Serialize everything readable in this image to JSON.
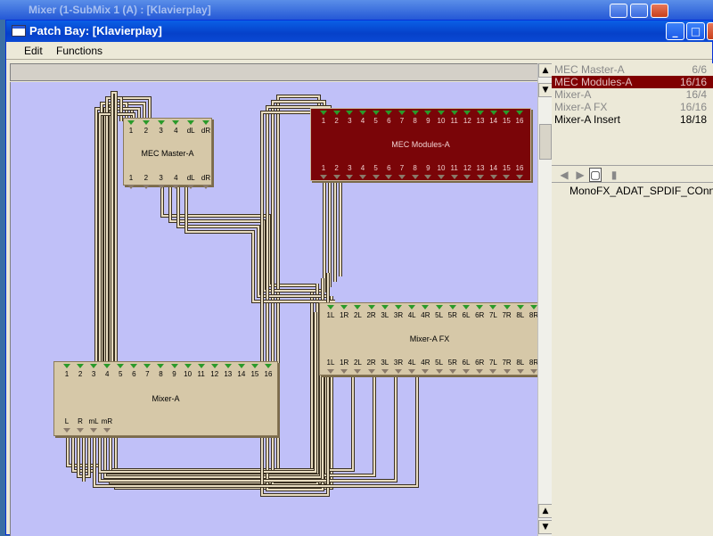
{
  "background_window": {
    "title": "Mixer (1-SubMix 1 (A) : [Klavierplay]"
  },
  "window": {
    "title": "Patch Bay: [Klavierplay]",
    "minimize": "_",
    "maximize": "□",
    "close": "X"
  },
  "menu": {
    "items": [
      "Edit",
      "Functions"
    ]
  },
  "patch_list": {
    "items": [
      {
        "name": "MEC Master-A",
        "count": "6/6",
        "state": "dim"
      },
      {
        "name": "MEC Modules-A",
        "count": "16/16",
        "state": "selected"
      },
      {
        "name": "Mixer-A",
        "count": "16/4",
        "state": "dim"
      },
      {
        "name": "Mixer-A FX",
        "count": "16/16",
        "state": "dim"
      },
      {
        "name": "Mixer-A Insert",
        "count": "18/18",
        "state": "normal"
      }
    ]
  },
  "connection_info": "MonoFX_ADAT_SPDIF_COnn",
  "toolbar_icons": [
    "arrow-left-icon",
    "arrow-right-icon",
    "new-page-icon",
    "trash-icon"
  ],
  "colors": {
    "canvas": "#c0c0f8",
    "module": "#d6c8a8",
    "module_selected": "#7a0508",
    "port_in": "#2a9a2a",
    "wire": "#e8dcc0"
  },
  "modules": {
    "mec_master": {
      "name": "MEC Master-A",
      "inputs": [
        "1",
        "2",
        "3",
        "4",
        "dL",
        "dR"
      ],
      "outputs": [
        "1",
        "2",
        "3",
        "4",
        "dL",
        "dR"
      ]
    },
    "mec_modules": {
      "name": "MEC Modules-A",
      "inputs": [
        "1",
        "2",
        "3",
        "4",
        "5",
        "6",
        "7",
        "8",
        "9",
        "10",
        "11",
        "12",
        "13",
        "14",
        "15",
        "16"
      ],
      "outputs": [
        "1",
        "2",
        "3",
        "4",
        "5",
        "6",
        "7",
        "8",
        "9",
        "10",
        "11",
        "12",
        "13",
        "14",
        "15",
        "16"
      ]
    },
    "mixer_fx": {
      "name": "Mixer-A FX",
      "inputs": [
        "1L",
        "1R",
        "2L",
        "2R",
        "3L",
        "3R",
        "4L",
        "4R",
        "5L",
        "5R",
        "6L",
        "6R",
        "7L",
        "7R",
        "8L",
        "8R"
      ],
      "outputs": [
        "1L",
        "1R",
        "2L",
        "2R",
        "3L",
        "3R",
        "4L",
        "4R",
        "5L",
        "5R",
        "6L",
        "6R",
        "7L",
        "7R",
        "8L",
        "8R"
      ]
    },
    "mixer": {
      "name": "Mixer-A",
      "inputs": [
        "1",
        "2",
        "3",
        "4",
        "5",
        "6",
        "7",
        "8",
        "9",
        "10",
        "11",
        "12",
        "13",
        "14",
        "15",
        "16"
      ],
      "outputs": [
        "L",
        "R",
        "mL",
        "mR"
      ]
    }
  }
}
